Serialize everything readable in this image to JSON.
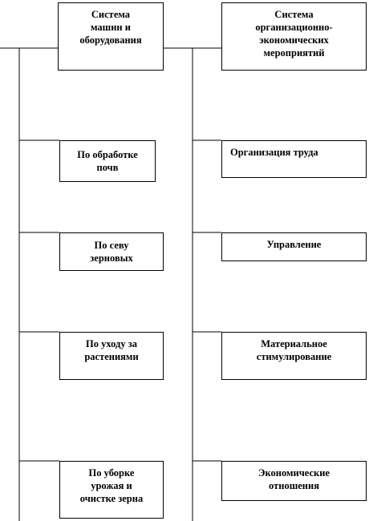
{
  "left_column": {
    "header": "Система\nмашин и\nоборудования",
    "items": [
      "По обработке\nпочв",
      "По севу\nзерновых",
      "По уходу за\nрастениями",
      "По уборке\nурожая и\nочистке зерна"
    ]
  },
  "right_column": {
    "header": "Система\nорганизационно-\nэкономических\nмероприятий",
    "items": [
      "Организация труда",
      "Управление",
      "Материальное\nстимулирование",
      "Экономические\nотношения"
    ]
  }
}
